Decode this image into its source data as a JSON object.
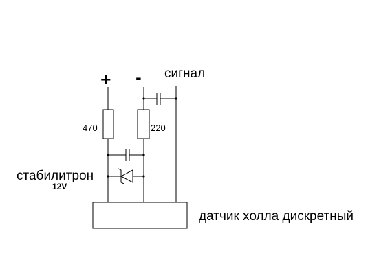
{
  "terminals": {
    "plus": "+",
    "minus": "-",
    "signal": "сигнал"
  },
  "resistors": {
    "r_left": "470",
    "r_right": "220"
  },
  "zener": {
    "name": "стабилитрон",
    "voltage": "12V"
  },
  "sensor": {
    "label": "датчик холла дискретный"
  },
  "colors": {
    "background": "#ffffff",
    "ink": "#000000"
  }
}
